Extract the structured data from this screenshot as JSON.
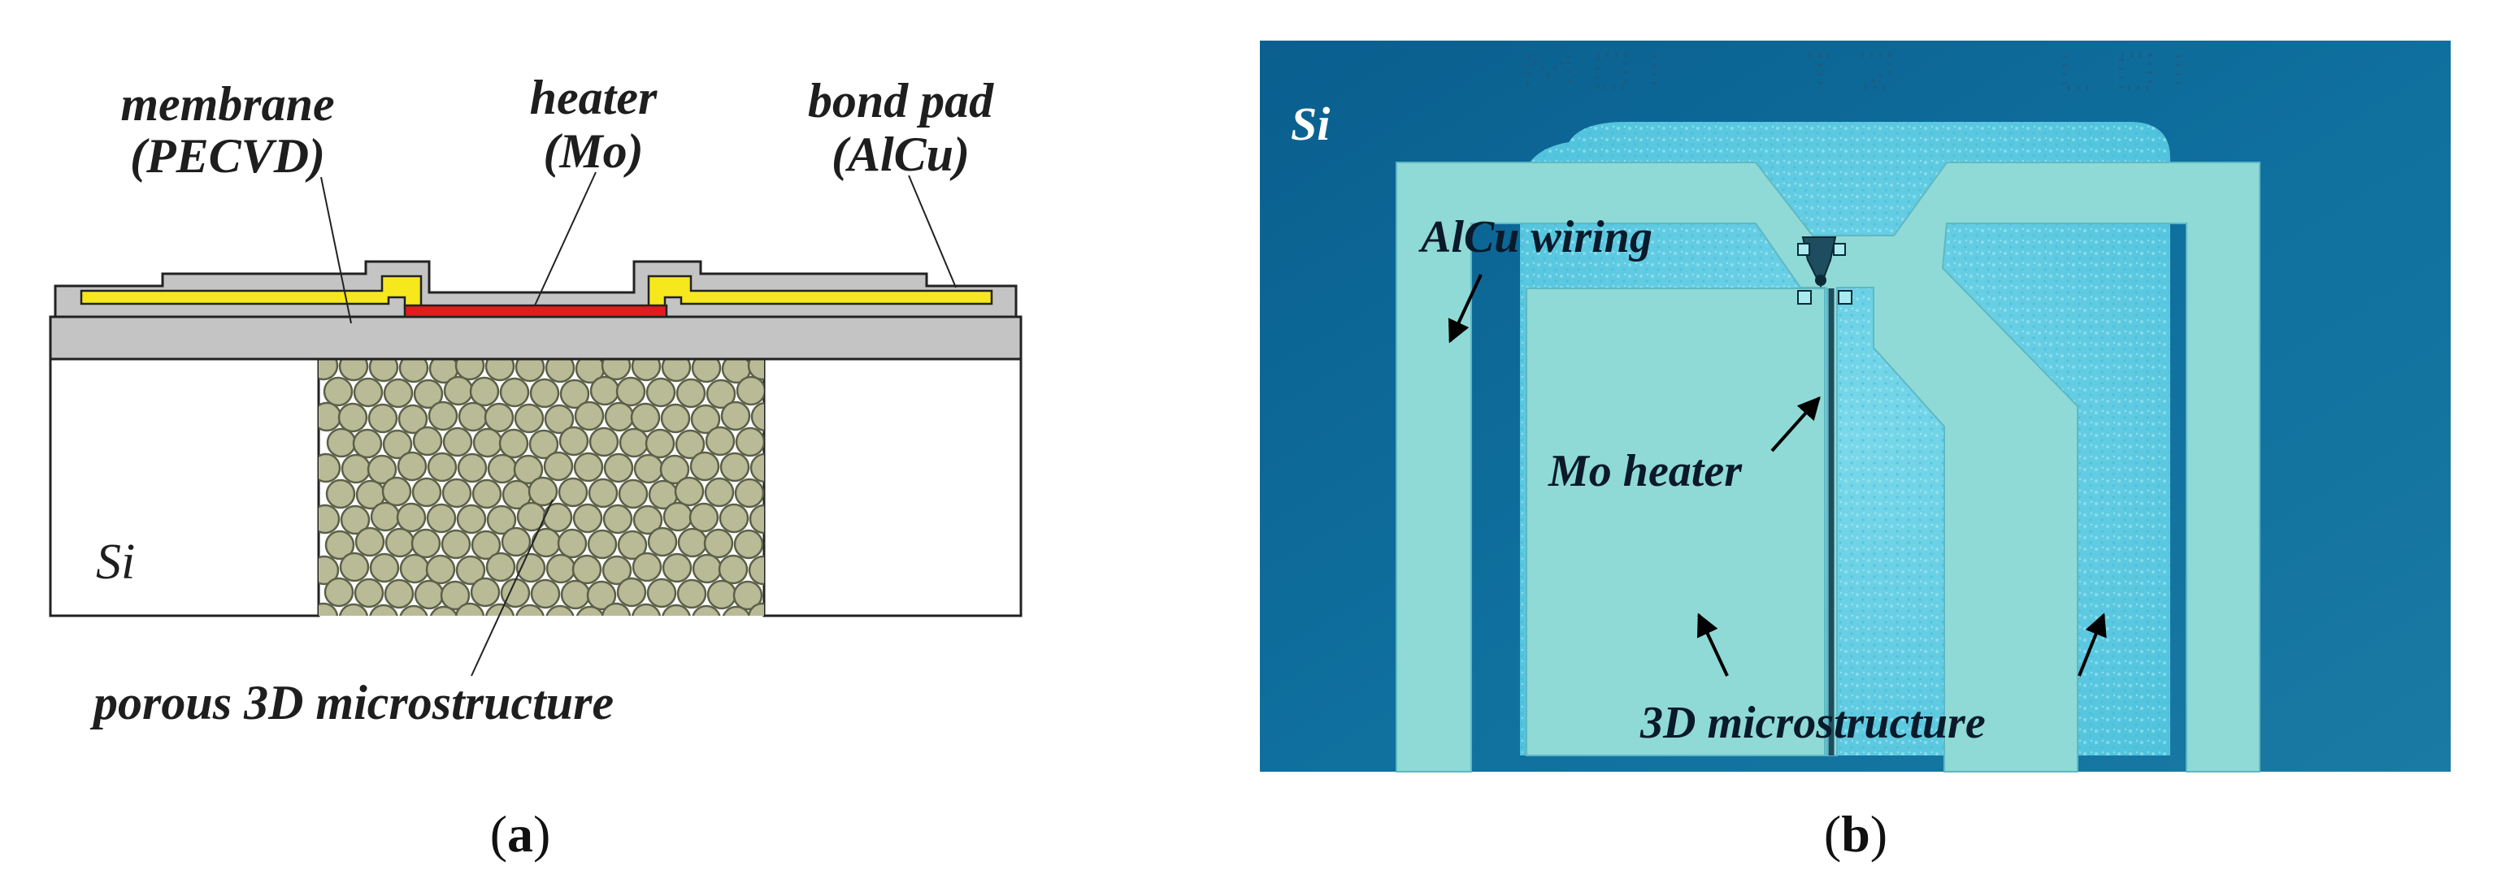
{
  "panel_a": {
    "labels": {
      "membrane_line1": "membrane",
      "membrane_line2": "(PECVD)",
      "heater_line1": "heater",
      "heater_line2": "(Mo)",
      "bondpad_line1": "bond pad",
      "bondpad_line2": "(AlCu)",
      "si": "Si",
      "porous": "porous 3D microstructure"
    },
    "caption": {
      "open": "(",
      "letter": "a",
      "close": ")"
    },
    "colors": {
      "membrane": "#c4c4c4",
      "heater": "#e31b1b",
      "bond_pad": "#f6e81c",
      "particles": "#b8bb96",
      "silicon": "#ffffff"
    }
  },
  "panel_b": {
    "labels": {
      "si": "Si",
      "wiring": "AlCu wiring",
      "heater": "Mo heater",
      "microstructure": "3D microstructure"
    },
    "caption": {
      "open": "(",
      "letter": "b",
      "close": ")"
    },
    "colors": {
      "background": "#0f6f9e",
      "wiring": "#8fdad6",
      "microstructure": "#5ecde0"
    }
  }
}
